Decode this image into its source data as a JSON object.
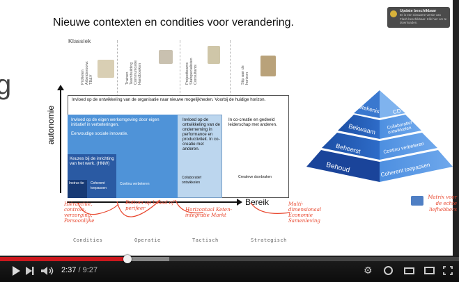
{
  "slide": {
    "title": "Nieuwe contexten en condities voor verandering.",
    "left_logo": "g",
    "column_head": "Klassiek",
    "vertical_labels": [
      "Profielen\nArbeidsvoorw.\nTB&V",
      "Trainen\nTeambuilding\nCommunicatie\nHandboeken",
      "Projectteams\nStafspecialisten\nConsultants",
      "Stip aan de\nhorizon"
    ],
    "y_axis": "autonomie",
    "x_axis": "Bereik",
    "box_big": "Invloed op de ontwikkeling van de organisatie naar nieuwe mogelijkheden. Voorbij de huidige horizon.",
    "box_light_1": "Invloed op de eigen werkomgeving door eigen initiatief in verbeteringen.",
    "box_light_2": "Eenvoudige sociale innovatie.",
    "box_dark": "Keuzes bij de inrichting van het werk. (HNW)",
    "box_darkest": "Instruc tie",
    "box_coherent": "Coherent toepassen",
    "cell_continu": "Continu verbeteren",
    "box_tactical": "Invloed op de ontwikkeling van de onderneming in performance en productiviteit. In co-creatie met anderen.",
    "cell_collab": "Collaboratief ontwikkelen",
    "box_strategic": "In co-creatie en gedeeld leiderschap met anderen.",
    "cell_creatief": "Creatieve doorbraken",
    "bottom_labels": [
      "Condities",
      "Operatie",
      "Tactisch",
      "Strategisch"
    ],
    "handwriting": {
      "h1": "Hiërarchie, controle, verzorging, Persoonlijke",
      "h2": "Bottom up lokaal of perifeer",
      "h3": "Horizontaal Keten-integratie Markt",
      "h4": "Multi-dimensionaal Economie Samenleving"
    },
    "pyramid": {
      "left": [
        "Betekenis",
        "Bekwaam",
        "Beheerst",
        "Behoud"
      ],
      "right": [
        "CD",
        "Collaboratief ontwikkelen",
        "Continu verbeteren",
        "Coherent toepassen"
      ]
    },
    "matrix_caption": "Matrix voor de echte liefhebbers"
  },
  "popup": {
    "title": "Update beschikbaar",
    "body": "Er is een nieuwere versie van Flash beschikbaar. Klik hier om te downloaden."
  },
  "player": {
    "current_time": "2:37",
    "separator": " / ",
    "duration": "9:27",
    "progress_played": 0.277,
    "progress_loaded": 0.369,
    "icons": {
      "play": "play-icon",
      "next": "next-icon",
      "volume": "volume-icon",
      "settings": "gear-icon",
      "watch_later": "clock-icon",
      "theater": "theater-icon",
      "mini": "miniplayer-icon",
      "fullscreen": "fullscreen-icon"
    },
    "accent": "#cc181e"
  }
}
